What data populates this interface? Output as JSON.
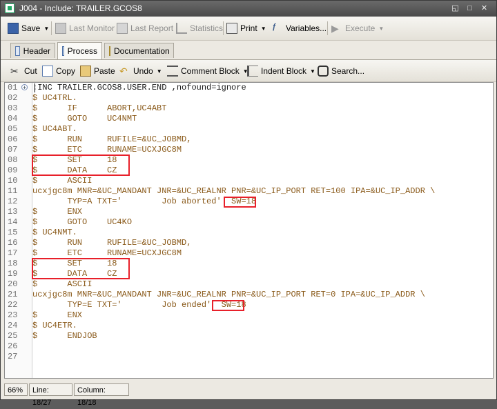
{
  "window": {
    "title": "J004 - Include: TRAILER.GCOS8"
  },
  "toolbar": {
    "save": "Save",
    "last_monitor": "Last Monitor",
    "last_report": "Last Report",
    "statistics": "Statistics",
    "print": "Print",
    "variables": "Variables...",
    "execute": "Execute"
  },
  "tabs": [
    {
      "label": "Header"
    },
    {
      "label": "Process",
      "active": true
    },
    {
      "label": "Documentation"
    }
  ],
  "edit_toolbar": {
    "cut": "Cut",
    "copy": "Copy",
    "paste": "Paste",
    "undo": "Undo",
    "comment_block": "Comment Block",
    "indent_block": "Indent Block",
    "search": "Search..."
  },
  "editor": {
    "line_numbers": [
      "01",
      "02",
      "03",
      "04",
      "05",
      "06",
      "07",
      "08",
      "09",
      "10",
      "11",
      "12",
      "13",
      "14",
      "15",
      "16",
      "17",
      "18",
      "19",
      "20",
      "21",
      "22",
      "23",
      "24",
      "25",
      "26",
      "27"
    ],
    "lines": [
      ":INC TRAILER.GCOS8.USER.END ,nofound=ignore",
      "$ UC4TRL.",
      "$      IF      ABORT,UC4ABT",
      "$      GOTO    UC4NMT",
      "$ UC4ABT.",
      "$      RUN     RUFILE=&UC_JOBMD,",
      "$      ETC     RUNAME=UCXJGC8M",
      "$      SET     18",
      "$      DATA    CZ",
      "$      ASCII",
      "ucxjgc8m MNR=&UC_MANDANT JNR=&UC_REALNR PNR=&UC_IP_PORT RET=100 IPA=&UC_IP_ADDR \\",
      "       TYP=A TXT='        Job aborted'  SW=18",
      "$      ENX",
      "$      GOTO    UC4KO",
      "$ UC4NMT.",
      "$      RUN     RUFILE=&UC_JOBMD,",
      "$      ETC     RUNAME=UCXJGC8M",
      "$      SET     18",
      "$      DATA    CZ",
      "$      ASCII",
      "ucxjgc8m MNR=&UC_MANDANT JNR=&UC_REALNR PNR=&UC_IP_PORT RET=0 IPA=&UC_IP_ADDR \\",
      "       TYP=E TXT='        Job ended'  SW=18",
      "$      ENX",
      "$ UC4ETR.",
      "$      ENDJOB",
      "",
      ""
    ]
  },
  "status": {
    "zoom": "66%",
    "line": "Line: 18/27",
    "column": "Column: 18/18"
  },
  "colors": {
    "highlight_box": "#e8202a",
    "code_text": "#8a5a1a"
  }
}
